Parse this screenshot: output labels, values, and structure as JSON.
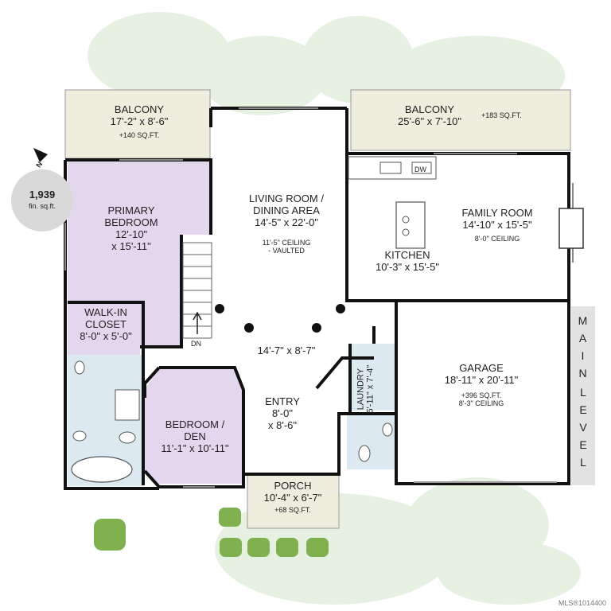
{
  "rooms": {
    "balcony_left": {
      "name": "BALCONY",
      "size": "17'-2\" x 8'-6\"",
      "area": "+140 SQ.FT."
    },
    "balcony_right": {
      "name": "BALCONY",
      "size": "25'-6\" x 7'-10\"",
      "area": "+183 SQ.FT."
    },
    "living": {
      "name_1": "LIVING ROOM /",
      "name_2": "DINING AREA",
      "size": "14'-5\" x 22'-0\"",
      "note_1": "11'-5\" CEILING",
      "note_2": "- VAULTED"
    },
    "primary": {
      "name_1": "PRIMARY",
      "name_2": "BEDROOM",
      "size_1": "12'-10\"",
      "size_2": "x 15'-11\""
    },
    "walkin": {
      "name_1": "WALK-IN",
      "name_2": "CLOSET",
      "size": "8'-0\" x 5'-0\""
    },
    "family": {
      "name": "FAMILY ROOM",
      "size": "14'-10\" x 15'-5\"",
      "note": "8'-0\" CEILING"
    },
    "kitchen": {
      "name": "KITCHEN",
      "size": "10'-3\" x 15'-5\""
    },
    "hall": {
      "size": "14'-7\" x 8'-7\""
    },
    "garage": {
      "name": "GARAGE",
      "size": "18'-11\" x 20'-11\"",
      "area": "+396 SQ.FT.",
      "note": "8'-3\" CEILING"
    },
    "laundry": {
      "name": "LAUNDRY",
      "size": "5'-11\" x 7'-4\""
    },
    "bedroom": {
      "name_1": "BEDROOM /",
      "name_2": "DEN",
      "size": "11'-1\" x 10'-11\""
    },
    "entry": {
      "name": "ENTRY",
      "size_1": "8'-0\"",
      "size_2": "x 8'-6\""
    },
    "porch": {
      "name": "PORCH",
      "size": "10'-4\" x 6'-7\"",
      "area": "+68 SQ.FT."
    }
  },
  "labels": {
    "stairs_dn": "DN",
    "dishwasher": "DW",
    "compass_n": "N"
  },
  "badge": {
    "sqft": "1,939",
    "unit": "fin. sq.ft."
  },
  "level": {
    "word_1": [
      "M",
      "A",
      "I",
      "N"
    ],
    "word_2": [
      "L",
      "E",
      "V",
      "E",
      "L"
    ]
  },
  "mls": "MLS®1014400",
  "colors": {
    "bedroom_fill": "#e3d7ee",
    "bath_fill": "#dde9f1",
    "balcony_fill": "#eeedde",
    "porch_fill": "#eeedde",
    "wall": "#111111",
    "greenery": "#cfe6c9"
  }
}
